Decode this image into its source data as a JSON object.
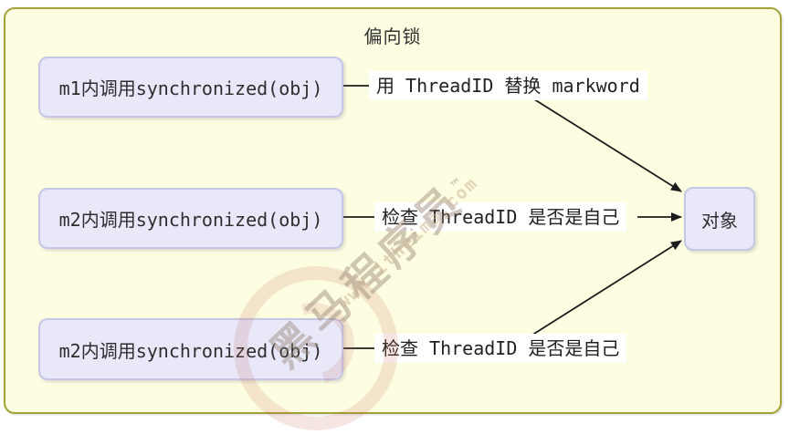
{
  "frame": {
    "title": "偏向锁"
  },
  "nodes": [
    {
      "label": "m1内调用synchronized(obj)"
    },
    {
      "label": "m2内调用synchronized(obj)"
    },
    {
      "label": "m2内调用synchronized(obj)"
    },
    {
      "label": "对象"
    }
  ],
  "edge_labels": [
    {
      "text": "用 ThreadID 替换 markword"
    },
    {
      "text": "检查 ThreadID 是否是自己"
    },
    {
      "text": "检查 ThreadID 是否是自己"
    }
  ],
  "watermark": {
    "brand": "黑马程序员",
    "tm": "™",
    "url": "www.itheima.com"
  },
  "colors": {
    "frame_bg": "#FDFDE1",
    "frame_border": "#A2A237",
    "node_bg": "#E8E8F9",
    "node_border": "#C6C6E9",
    "edge_line": "#1C1C1C",
    "label_bg": "#FFFFFF",
    "text": "#2E2E2E"
  }
}
